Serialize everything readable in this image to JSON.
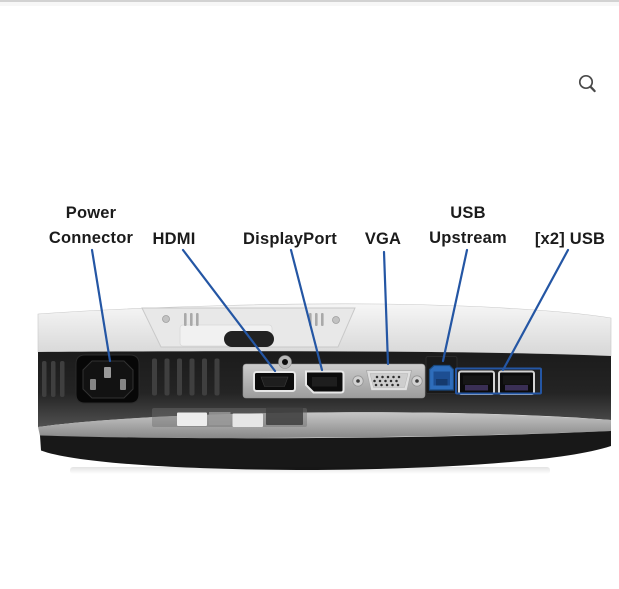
{
  "page": {
    "background": "#ffffff",
    "top_border_color": "#d2d2d2",
    "top_border_inner_color": "#f7f7f7"
  },
  "toolbar": {
    "search_icon": "magnifying-glass",
    "search_icon_color": "#4a4a4a"
  },
  "figure": {
    "annotation_color": "#2456a4",
    "label_color": "#1b1b1b",
    "labels": {
      "power": {
        "line1": "Power",
        "line2": "Connector"
      },
      "hdmi": {
        "text": "HDMI"
      },
      "displayport": {
        "text": "DisplayPort"
      },
      "vga": {
        "text": "VGA"
      },
      "usb_upstream": {
        "line1": "USB",
        "line2": "Upstream"
      },
      "usb_x2": {
        "text": "[x2] USB"
      }
    }
  }
}
